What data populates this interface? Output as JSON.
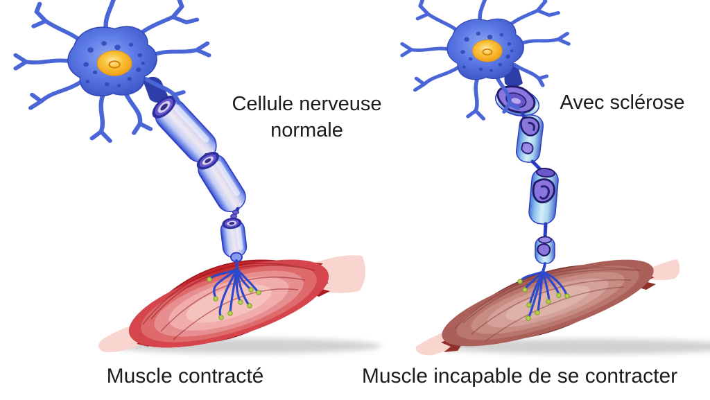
{
  "labels": {
    "left_neuron": "Cellule nerveuse\nnormale",
    "right_neuron": "Avec sclérose",
    "left_muscle": "Muscle contracté",
    "right_muscle": "Muscle incapable de se contracter"
  },
  "colors": {
    "background": "#ffffff",
    "text": "#1c1c1c",
    "neuron_blue": "#4a66d6",
    "neuron_dark_blue": "#2b44b4",
    "nucleus_orange": "#f6b32a",
    "myelin_pale": "#eee9f2",
    "myelin_edge_blue": "#2c3cc0",
    "sclerosis_purple": "#8a76dc",
    "sclerosis_outline": "#211d6a",
    "healthy_muscle_red": "#c4242b",
    "atrophied_muscle_red": "#9c4f4b",
    "tendon_pink": "#f8d6cf",
    "synapse_green": "#b5d148"
  }
}
